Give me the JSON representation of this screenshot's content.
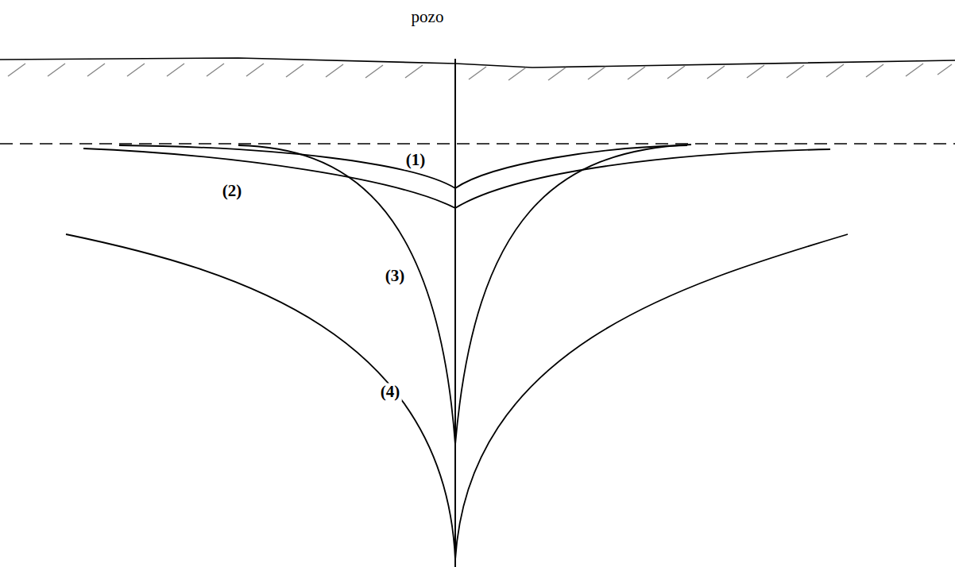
{
  "diagram": {
    "labels": [
      "pozo",
      "(1)",
      "(2)",
      "(3)",
      "(4)"
    ]
  }
}
